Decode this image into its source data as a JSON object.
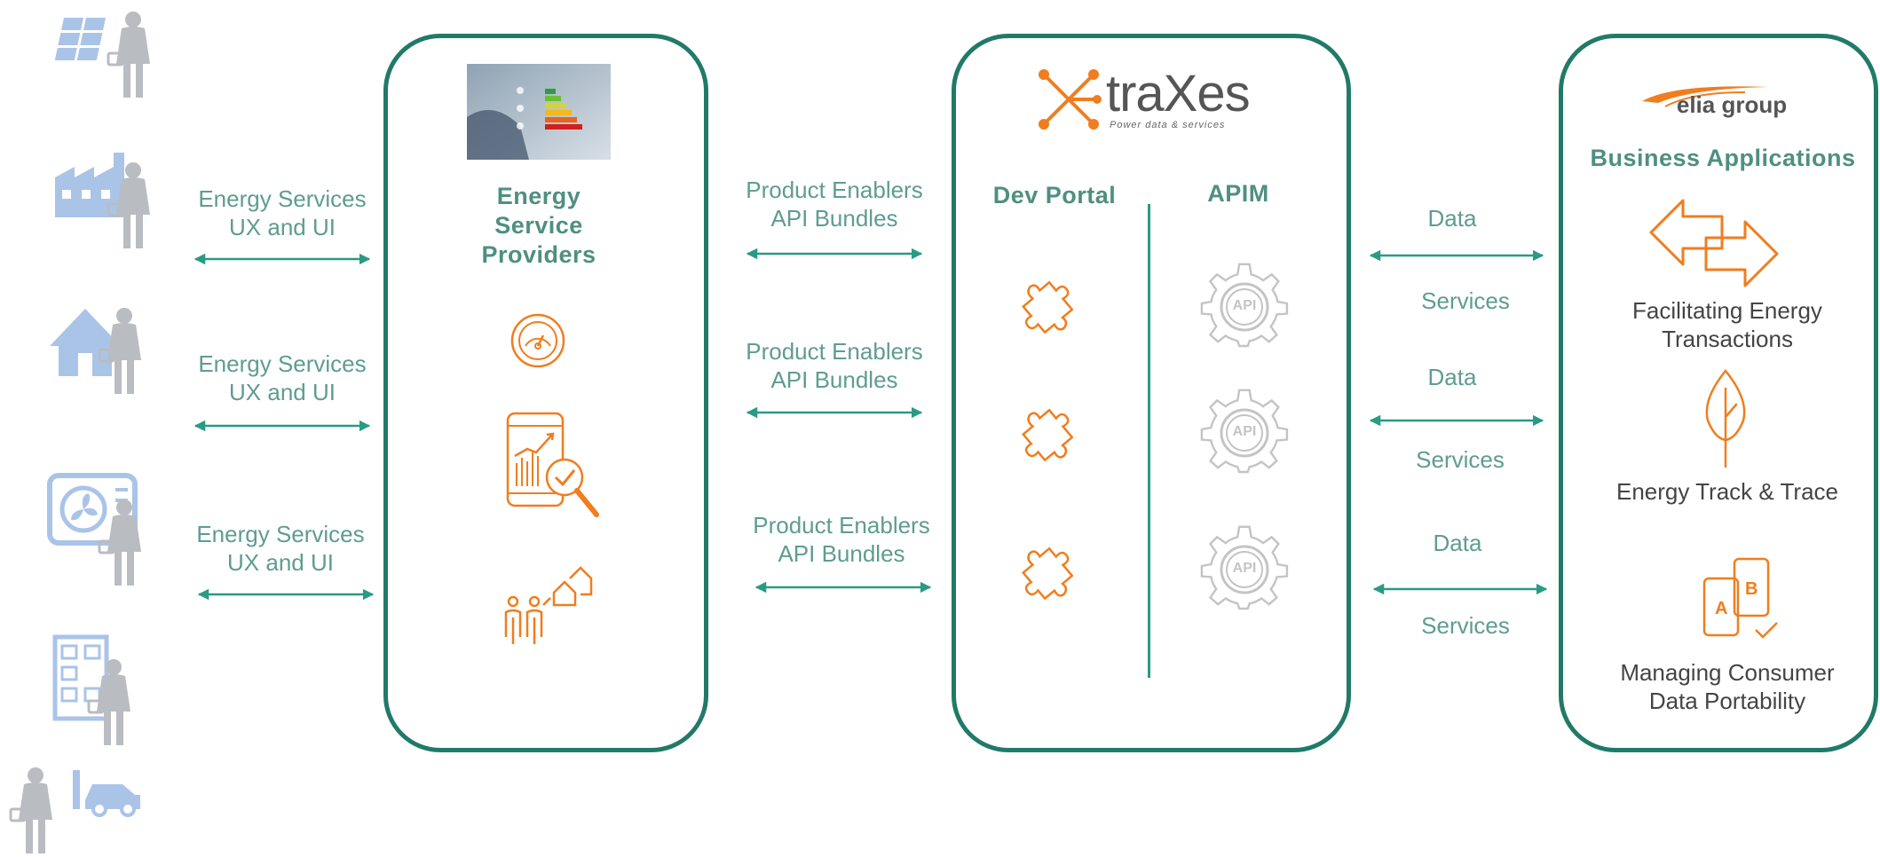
{
  "consumer_icons": [
    "solar-house-person-icon",
    "factory-person-icon",
    "house-person-icon",
    "fan-unit-person-icon",
    "building-person-icon",
    "ev-charging-person-icon"
  ],
  "left_links": [
    {
      "line1": "Energy Services",
      "line2": "UX and UI"
    },
    {
      "line1": "Energy Services",
      "line2": "UX and UI"
    },
    {
      "line1": "Energy Services",
      "line2": "UX and UI"
    }
  ],
  "esp_panel": {
    "heading": [
      "Energy",
      "Service",
      "Providers"
    ],
    "icons": [
      "gauge-icon",
      "phone-chart-magnifier-icon",
      "people-houses-icon"
    ]
  },
  "middle_links": [
    {
      "line1": "Product Enablers",
      "line2": "API Bundles"
    },
    {
      "line1": "Product Enablers",
      "line2": "API Bundles"
    },
    {
      "line1": "Product Enablers",
      "line2": "API Bundles"
    }
  ],
  "traxes_panel": {
    "logo_name": "traXes",
    "logo_tagline": "Power data & services",
    "col_left": "Dev Portal",
    "col_right": "APIM",
    "gear_label": "API"
  },
  "right_links": [
    {
      "top": "Data",
      "bottom": "Services"
    },
    {
      "top": "Data",
      "bottom": "Services"
    },
    {
      "top": "Data",
      "bottom": "Services"
    }
  ],
  "elia_panel": {
    "logo": "elia group",
    "heading": "Business Applications",
    "items": [
      {
        "icon": "exchange-arrows-icon",
        "line1": "Facilitating Energy",
        "line2": "Transactions"
      },
      {
        "icon": "leaf-icon",
        "line1": "Energy Track & Trace",
        "line2": ""
      },
      {
        "icon": "ab-phones-icon",
        "line1": "Managing Consumer",
        "line2": "Data Portability"
      }
    ],
    "ab_letters": [
      "A",
      "B"
    ]
  },
  "colors": {
    "teal": "#217a68",
    "teal_text": "#4f8f81",
    "arrow": "#2a9a84",
    "orange": "#f07d1e",
    "consumer_blue": "#aac4e8",
    "consumer_gray": "#b9bcc0",
    "gear_gray": "#c4c4c4"
  }
}
